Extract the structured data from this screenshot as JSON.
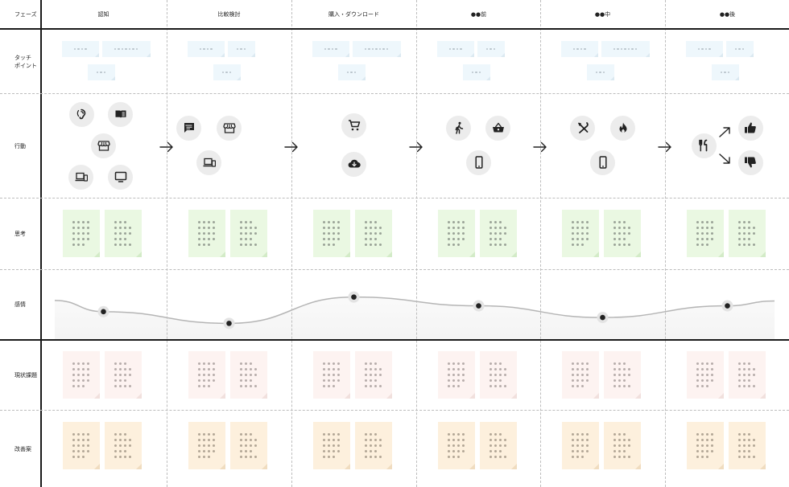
{
  "header": {
    "corner_label": "フェーズ",
    "phases": [
      "認知",
      "比較検討",
      "購入・ダウンロード",
      "●●前",
      "●●中",
      "●●後"
    ]
  },
  "rows": {
    "touchpoint": "タッチ\nポイント",
    "action": "行動",
    "thinking": "思考",
    "emotion": "感情",
    "issues": "現状課題",
    "improvements": "改善案"
  },
  "colors": {
    "touchpoint_note": "#eef7fc",
    "thinking_note": "#eaf8e2",
    "issue_note": "#fdf3f1",
    "improvement_note": "#fdf0dd",
    "icon_bubble": "#ececec",
    "curve": "#b5b5b5",
    "grid_dash": "#bdbdbd",
    "grid_solid": "#1a1a1a"
  },
  "actions": [
    [
      "ear-icon",
      "book-icon",
      "store-icon",
      "devices-icon",
      "tv-icon"
    ],
    [
      "chat-icon",
      "store-icon",
      "devices-icon"
    ],
    [
      "cart-icon",
      "cloud-download-icon"
    ],
    [
      "walk-icon",
      "basket-icon",
      "phone-icon"
    ],
    [
      "utensils-cross-icon",
      "fire-icon",
      "phone-icon"
    ],
    [
      "utensils-icon",
      "arrow-up-right-icon",
      "thumbs-up-icon",
      "arrow-down-right-icon",
      "thumbs-down-icon"
    ]
  ],
  "emotion_levels": [
    0.35,
    0.15,
    0.6,
    0.45,
    0.25,
    0.45
  ]
}
